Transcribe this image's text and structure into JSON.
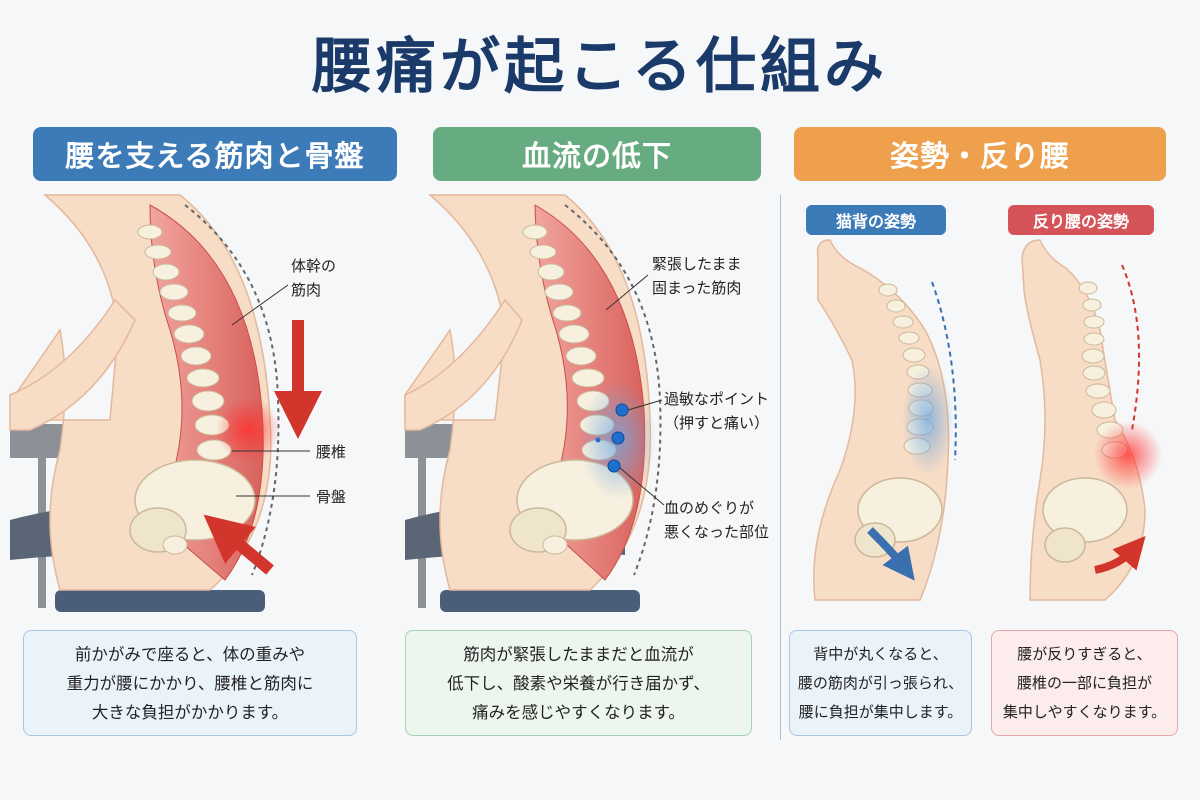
{
  "title": "腰痛が起こる仕組み",
  "panels": [
    {
      "header": "腰を支える筋肉と骨盤",
      "labels": {
        "trunk_muscle": "体幹の\n筋肉",
        "lumbar": "腰椎",
        "pelvis": "骨盤"
      },
      "description": "前かがみで座ると、体の重みや\n重力が腰にかかり、腰椎と筋肉に\n大きな負担がかかります。"
    },
    {
      "header": "血流の低下",
      "labels": {
        "tense_muscle": "緊張したまま\n固まった筋肉",
        "sensitive_point": "過敏なポイント\n（押すと痛い）",
        "poor_circulation": "血のめぐりが\n悪くなった部位"
      },
      "description": "筋肉が緊張したままだと血流が\n低下し、酸素や栄養が行き届かず、\n痛みを感じやすくなります。"
    },
    {
      "header": "姿勢・反り腰",
      "sub_left": {
        "label": "猫背の姿勢",
        "description": "背中が丸くなると、\n腰の筋肉が引っ張られ、\n腰に負担が集中します。"
      },
      "sub_right": {
        "label": "反り腰の姿勢",
        "description": "腰が反りすぎると、\n腰椎の一部に負担が\n集中しやすくなります。"
      }
    }
  ],
  "colors": {
    "title": "#1a3a6a",
    "blue": "#3d7bb8",
    "green": "#67ab80",
    "orange": "#eea04c",
    "red": "#d4545a",
    "muscle": "#e07a74",
    "skin": "#f7dcc6",
    "bone": "#f7f0df"
  }
}
